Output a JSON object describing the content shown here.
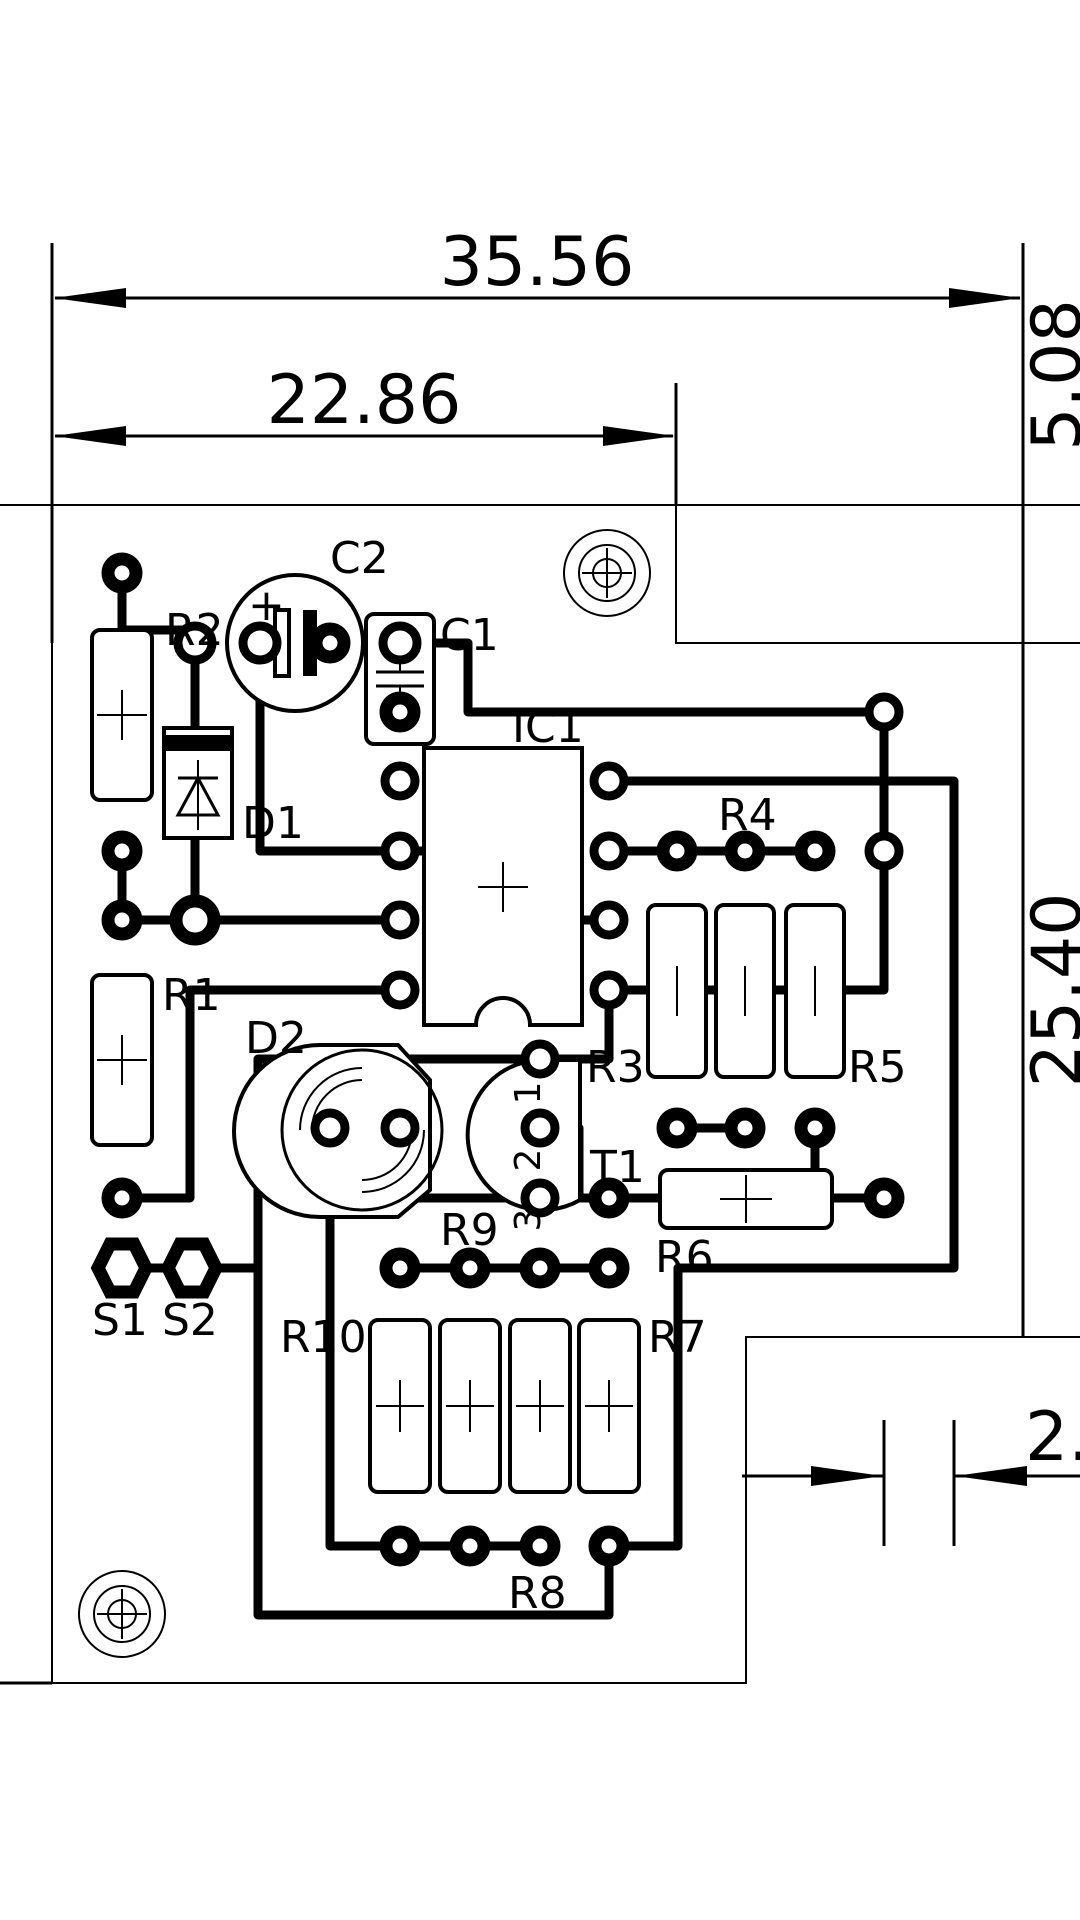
{
  "dimensions": {
    "overall_width": "35.56",
    "inner_width": "22.86",
    "right_top": "5.08",
    "right_side": "25.40",
    "bottom_gap": "2."
  },
  "components": {
    "c2": "C2",
    "c1": "C1",
    "r2": "R2",
    "d1": "D1",
    "ic1": "IC1",
    "r4": "R4",
    "r1": "R1",
    "d2": "D2",
    "r3": "R3",
    "r5": "R5",
    "t1": "T1",
    "r9": "R9",
    "r6": "R6",
    "s1": "S1",
    "s2": "S2",
    "r10": "R10",
    "r7": "R7",
    "r8": "R8"
  },
  "t1_pins": {
    "p1": "1",
    "p2": "2",
    "p3": "3"
  },
  "c2_polarity": "+"
}
